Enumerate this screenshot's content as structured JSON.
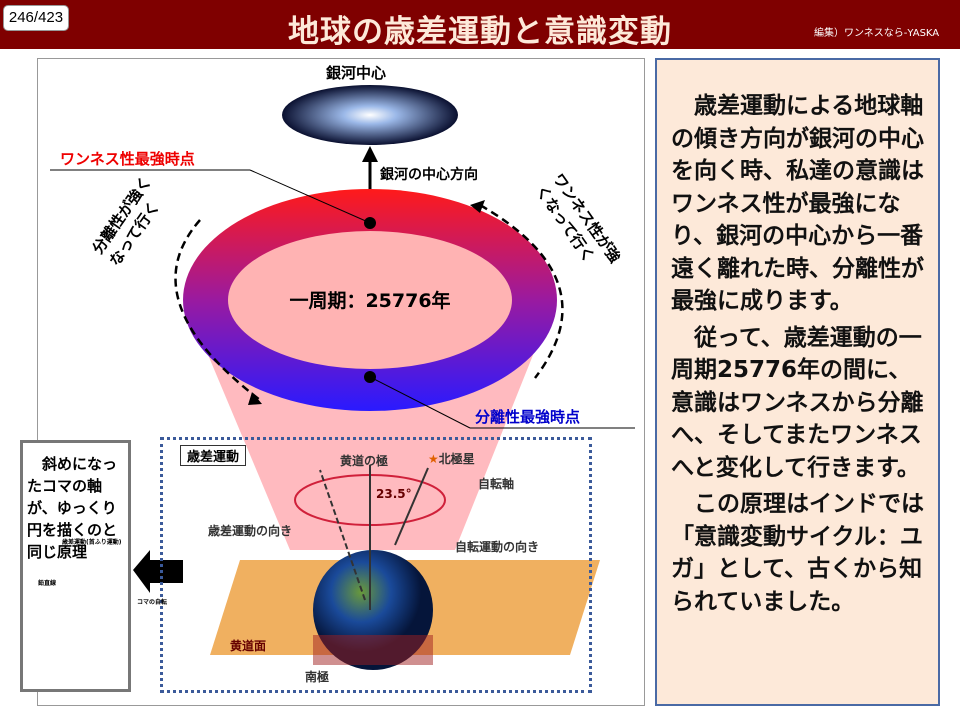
{
  "header": {
    "page": "246/423",
    "title": "地球の歳差運動と意識変動",
    "editor": "編集）ワンネスなら-YASKA"
  },
  "diagram": {
    "galaxy_center": "銀河中心",
    "galaxy_direction": "銀河の中心方向",
    "oneness_max": "ワンネス性最強時点",
    "separation_max": "分離性最強時点",
    "left_arc": "分離性が強くなって行く",
    "right_arc": "ワンネス性が強くなって行く",
    "cycle": "一周期：25776年",
    "top_note": "斜めになったコマの軸が、ゆっくり円を描くのと同じ原理",
    "top_labels": {
      "precession": "歳差運動(首ふり運動)",
      "plumb": "鉛直線",
      "spin": "コマの自転"
    },
    "precession": {
      "title": "歳差運動",
      "ecliptic_pole": "黄道の極",
      "polaris": "北極星",
      "axis": "自転軸",
      "angle": "23.5°",
      "prec_dir": "歳差運動の向き",
      "rot_dir": "自転運動の向き",
      "ecliptic_plane": "黄道面",
      "south_pole": "南極"
    }
  },
  "text": {
    "p1": "歳差運動による地球軸の傾き方向が銀河の中心を向く時、私達の意識はワンネス性が最強になり、銀河の中心から一番遠く離れた時、分離性が最強に成ります。",
    "p2": "従って、歳差運動の一周期25776年の間に、意識はワンネスから分離へ、そしてまたワンネスへと変化して行きます。",
    "p3": "この原理はインドでは「意識変動サイクル：ユガ」として、古くから知られていました。"
  }
}
